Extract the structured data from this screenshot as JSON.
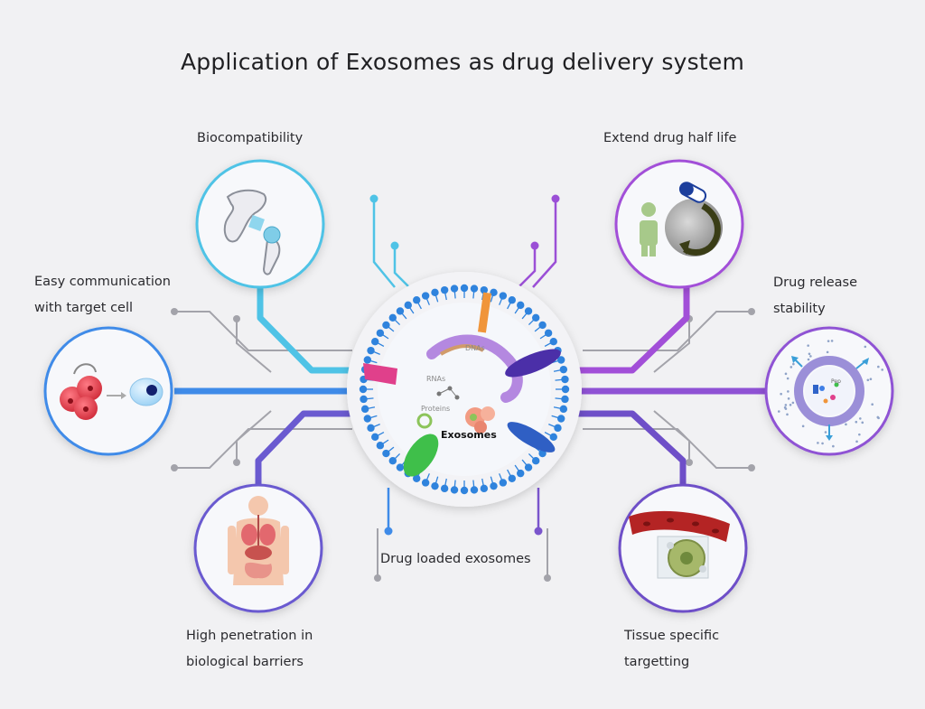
{
  "title": "Application of Exosomes as drug delivery system",
  "labels": {
    "biocompatibility": "Biocompatibility",
    "extend_half_life": "Extend drug half life",
    "easy_comm_line1": "Easy communication",
    "easy_comm_line2": "with target cell",
    "release_line1": "Drug release",
    "release_line2": "stability",
    "drug_loaded": "Drug loaded exosomes",
    "high_pen_line1": "High penetration in",
    "high_pen_line2": "biological barriers",
    "tissue_line1": "Tissue specific",
    "tissue_line2": "targetting"
  },
  "center": {
    "dna": "DNAs",
    "rna": "RNAs",
    "proteins": "Proteins",
    "exosomes": "Exosomes",
    "pep": "Pep"
  },
  "colors": {
    "background": "#f1f1f3",
    "cyan": "#4fc3e6",
    "blue": "#3f8be8",
    "purple": "#9b4fd6",
    "indigo": "#6f55c9",
    "grey": "#9a9aa2",
    "membrane": "#2f83dd"
  }
}
